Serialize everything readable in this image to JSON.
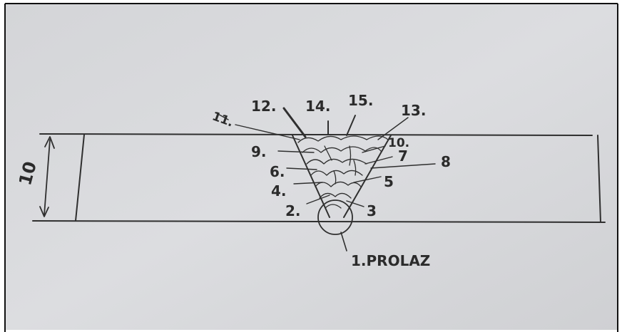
{
  "colors": {
    "paper": "#d9dadc",
    "pencil": "#2f2f2f",
    "border": "#111111"
  },
  "dimension_label": "10",
  "root_label": "1.PROLAZ",
  "pass_labels": {
    "p2": "2.",
    "p3": "3",
    "p4": "4.",
    "p5": "5",
    "p6": "6.",
    "p7": "7",
    "p8": "8",
    "p9": "9.",
    "p10": "10.",
    "p11": "11.",
    "p12": "12.",
    "p13": "13.",
    "p14": "14.",
    "p15": "15."
  }
}
